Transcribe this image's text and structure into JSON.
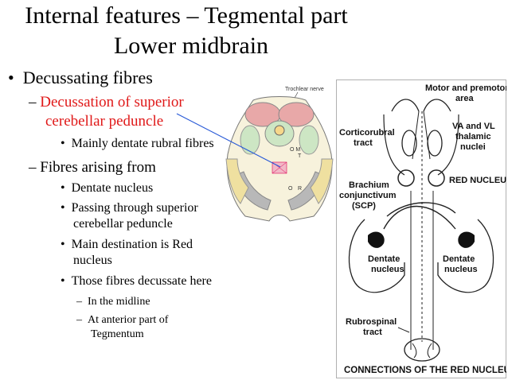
{
  "title": {
    "line1": "Internal features – Tegmental part",
    "line2": "Lower midbrain"
  },
  "bullets": {
    "b1": "Decussating fibres",
    "b1_1": "Decussation of superior",
    "b1_1b": "cerebellar peduncle",
    "b1_1_1": "Mainly dentate rubral fibres",
    "b1_2": "Fibres arising from",
    "b1_2_1": "Dentate nucleus",
    "b1_2_2": "Passing through superior",
    "b1_2_2b": "cerebellar peduncle",
    "b1_2_3": "Main destination is Red",
    "b1_2_3b": "nucleus",
    "b1_2_4": "Those fibres decussate here",
    "b1_2_4_1": "In the midline",
    "b1_2_4_2": "At anterior part of",
    "b1_2_4_2b": "Tegmentum"
  },
  "midbrain_figure": {
    "trochlear_label": "Trochlear nerve",
    "mlf_label": "O M",
    "t_label": "T",
    "o_label": "O",
    "r_label": "R"
  },
  "red_nucleus_diagram": {
    "motor_premotor": "Motor and premotor",
    "area": "area",
    "corticorubral": "Corticorubral",
    "tract": "tract",
    "va_vl": "VA and VL",
    "thalamic": "thalamic",
    "nuclei": "nuclei",
    "red_nucleus": "RED NUCLEUS",
    "brachium": "Brachium",
    "conjunctivum": "conjunctivum",
    "scp": "(SCP)",
    "dentate_left": "Dentate",
    "nucleus_left": "nucleus",
    "dentate_right": "Dentate",
    "nucleus_right": "nucleus",
    "rubrospinal": "Rubrospinal",
    "rubro_tract": "tract",
    "caption": "CONNECTIONS OF THE RED NUCLEUS"
  },
  "colors": {
    "highlight_red": "#e01818",
    "pointer_blue": "#2a5bd7"
  }
}
